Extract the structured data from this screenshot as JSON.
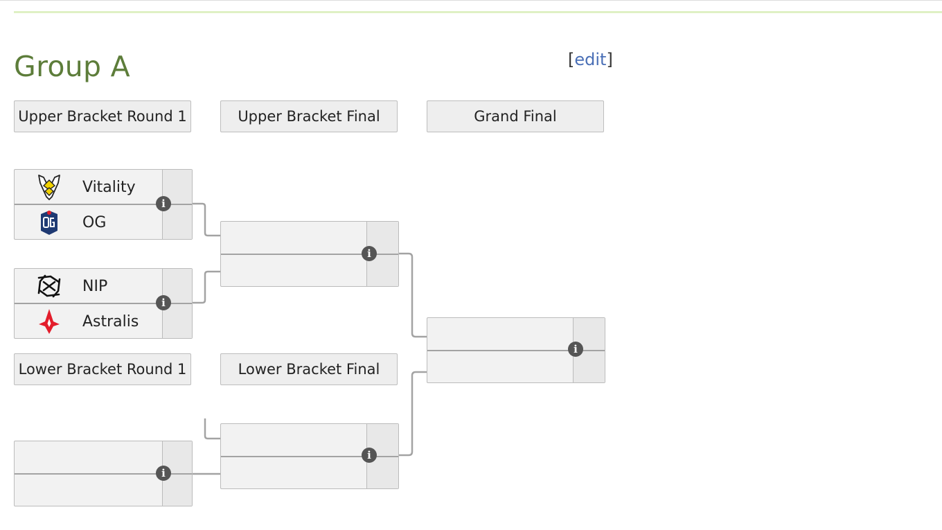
{
  "page": {
    "title": "Group A",
    "edit_open": "[",
    "edit_label": "edit",
    "edit_close": "]"
  },
  "rounds": {
    "ub_r1": "Upper Bracket Round 1",
    "ub_final": "Upper Bracket Final",
    "grand_final": "Grand Final",
    "lb_r1": "Lower Bracket Round 1",
    "lb_final": "Lower Bracket Final"
  },
  "matches": {
    "ub_r1_m1": {
      "team1": {
        "name": "Vitality",
        "logo": "vitality-logo"
      },
      "team2": {
        "name": "OG",
        "logo": "og-logo"
      }
    },
    "ub_r1_m2": {
      "team1": {
        "name": "NIP",
        "logo": "nip-logo"
      },
      "team2": {
        "name": "Astralis",
        "logo": "astralis-logo"
      }
    }
  },
  "icons": {
    "match_info": "info-icon",
    "info_glyph": "i"
  },
  "colors": {
    "title_green": "#5d7d3a",
    "rule_green": "#dff1c4",
    "link_blue": "#4a6fb6",
    "box_bg": "#f2f2f2",
    "connector": "#a3a3a3",
    "astralis_red": "#e31d2b",
    "vitality_yellow": "#f2d200",
    "og_navy": "#1f3a73"
  }
}
